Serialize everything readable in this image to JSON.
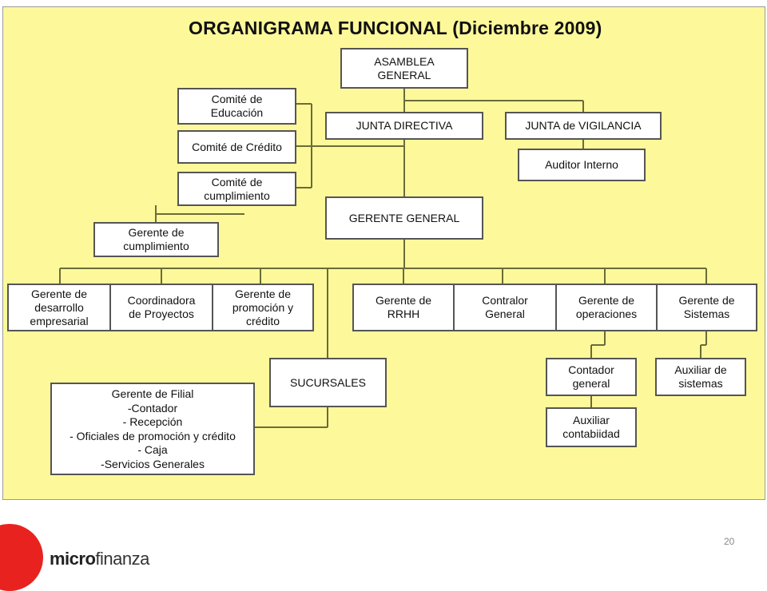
{
  "title": "ORGANIGRAMA FUNCIONAL (Diciembre 2009)",
  "boxes": {
    "asamblea": "ASAMBLEA\nGENERAL",
    "comite_educacion": "Comité de\nEducación",
    "comite_credito": "Comité de Crédito",
    "comite_cumplimiento": "Comité de\ncumplimiento",
    "junta_directiva": "JUNTA DIRECTIVA",
    "junta_vigilancia": "JUNTA de VIGILANCIA",
    "auditor": "Auditor Interno",
    "gerente_general": "GERENTE GENERAL",
    "gerente_cumplimiento": "Gerente de\ncumplimiento",
    "gerente_desarrollo": "Gerente de\ndesarrollo\nempresarial",
    "coordinadora": "Coordinadora\nde Proyectos",
    "gerente_promocion": "Gerente de\npromoción y\ncrédito",
    "gerente_rrhh": "Gerente de\nRRHH",
    "contralor": "Contralor\nGeneral",
    "gerente_operaciones": "Gerente de\noperaciones",
    "gerente_sistemas": "Gerente de\nSistemas",
    "sucursales": "SUCURSALES",
    "contador_general": "Contador\ngeneral",
    "auxiliar_contabilidad": "Auxiliar\ncontabiidad",
    "auxiliar_sistemas": "Auxiliar de\nsistemas"
  },
  "filial": {
    "lines": [
      "Gerente de Filial",
      "-Contador",
      "- Recepción",
      "- Oficiales de promoción y crédito",
      "- Caja",
      "-Servicios Generales"
    ]
  },
  "footer": {
    "page_number": "20",
    "logo_bold": "micro",
    "logo_light": "finanza"
  },
  "colors": {
    "panel_bg": "#fdf99a",
    "connector": "#6b6b3a",
    "logo_red": "#e8231f"
  }
}
